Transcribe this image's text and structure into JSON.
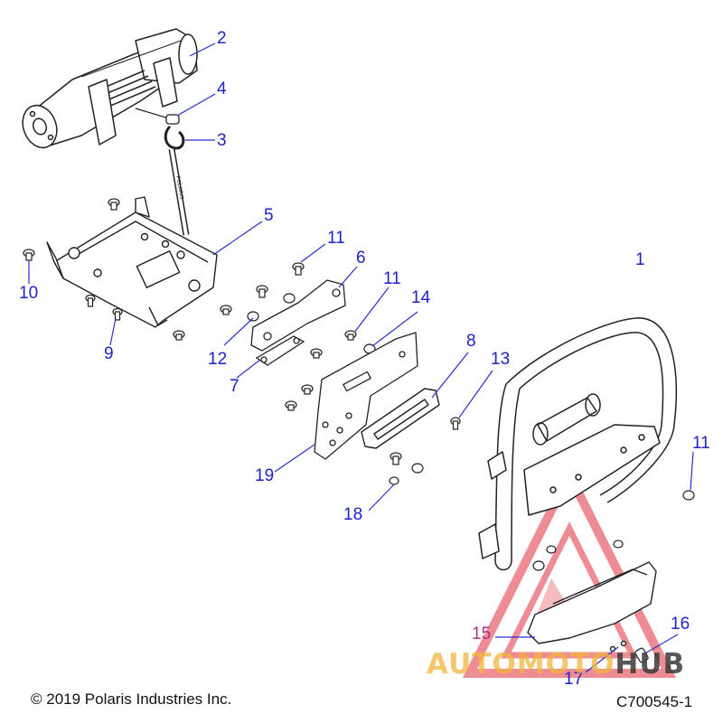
{
  "callouts": {
    "c1": "1",
    "c2": "2",
    "c3": "3",
    "c4": "4",
    "c5": "5",
    "c6": "6",
    "c7": "7",
    "c8": "8",
    "c9": "9",
    "c10": "10",
    "c11a": "11",
    "c11b": "11",
    "c11c": "11",
    "c12": "12",
    "c13": "13",
    "c14": "14",
    "c15": "15",
    "c16": "16",
    "c17": "17",
    "c18": "18",
    "c19": "19"
  },
  "footer": {
    "copyright": "© 2019 Polaris Industries Inc.",
    "figure_id": "C700545-1"
  },
  "watermark": {
    "part1": "AUTO",
    "part2": "MOTO",
    "part3": "HUB"
  },
  "colors": {
    "callout": "#1e22c8",
    "leader": "#2a2fd0",
    "outline": "#222222",
    "watermark_red": "#e0303a",
    "watermark_gold": "#f2b43c"
  }
}
